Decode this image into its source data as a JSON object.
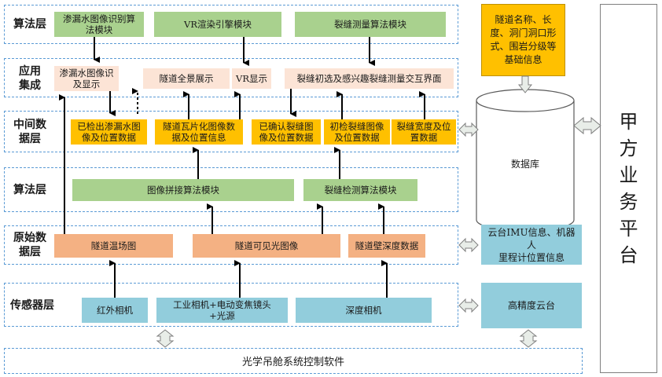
{
  "layers": {
    "algo_top": "算法层",
    "app": "应用\n集成",
    "mid": "中间数\n据层",
    "algo": "算法层",
    "raw": "原始数\n据层",
    "sensor": "传感器层"
  },
  "algo_top_modules": {
    "seep": "渗漏水图像识别算\n法模块",
    "vr": "VR渲染引擎模块",
    "crack_measure": "裂缝测量算法模块"
  },
  "app_modules": {
    "seep_display": "渗漏水图像识\n及显示",
    "panorama": "隧道全景展示",
    "vr_display": "VR显示",
    "crack_ui": "裂缝初选及感兴趣裂缝测量交互界面"
  },
  "mid_data": {
    "seep_pos": "已检出渗漏水图\n像及位置数据",
    "tile": "隧道瓦片化图像数\n据及位置信息",
    "confirmed_crack": "已确认裂缝图\n像及位置数据",
    "initial_crack": "初检裂缝图像\n及位置数据",
    "crack_width": "裂缝宽度及位\n置数据"
  },
  "algo_modules": {
    "stitch": "图像拼接算法模块",
    "crack_detect": "裂缝检测算法模块"
  },
  "raw_data": {
    "temp_field": "隧道温场图",
    "visible": "隧道可见光图像",
    "depth": "隧道壁深度数据"
  },
  "sensors": {
    "infrared": "红外相机",
    "industrial": "工业相机+电动变焦镜头\n+光源",
    "depth_cam": "深度相机"
  },
  "right_side": {
    "tunnel_info": "隧道名称、长\n度、洞门洞口形\n式、围岩分级等\n基础信息",
    "database": "数据库",
    "imu": "云台IMU信息、机器人\n里程计位置信息",
    "ptz": "高精度云台"
  },
  "platform": "甲\n方\n业\n务\n平\n台",
  "software": "光学吊舱系统控制软件",
  "colors": {
    "layer_border": "#5b9bd5",
    "green": "#a9d18e",
    "pink": "#fce4d6",
    "yellow": "#ffc000",
    "orange": "#f4b183",
    "blue": "#92cddc",
    "arrow": "#000000",
    "hollow_arrow": "#7f7f7f"
  }
}
